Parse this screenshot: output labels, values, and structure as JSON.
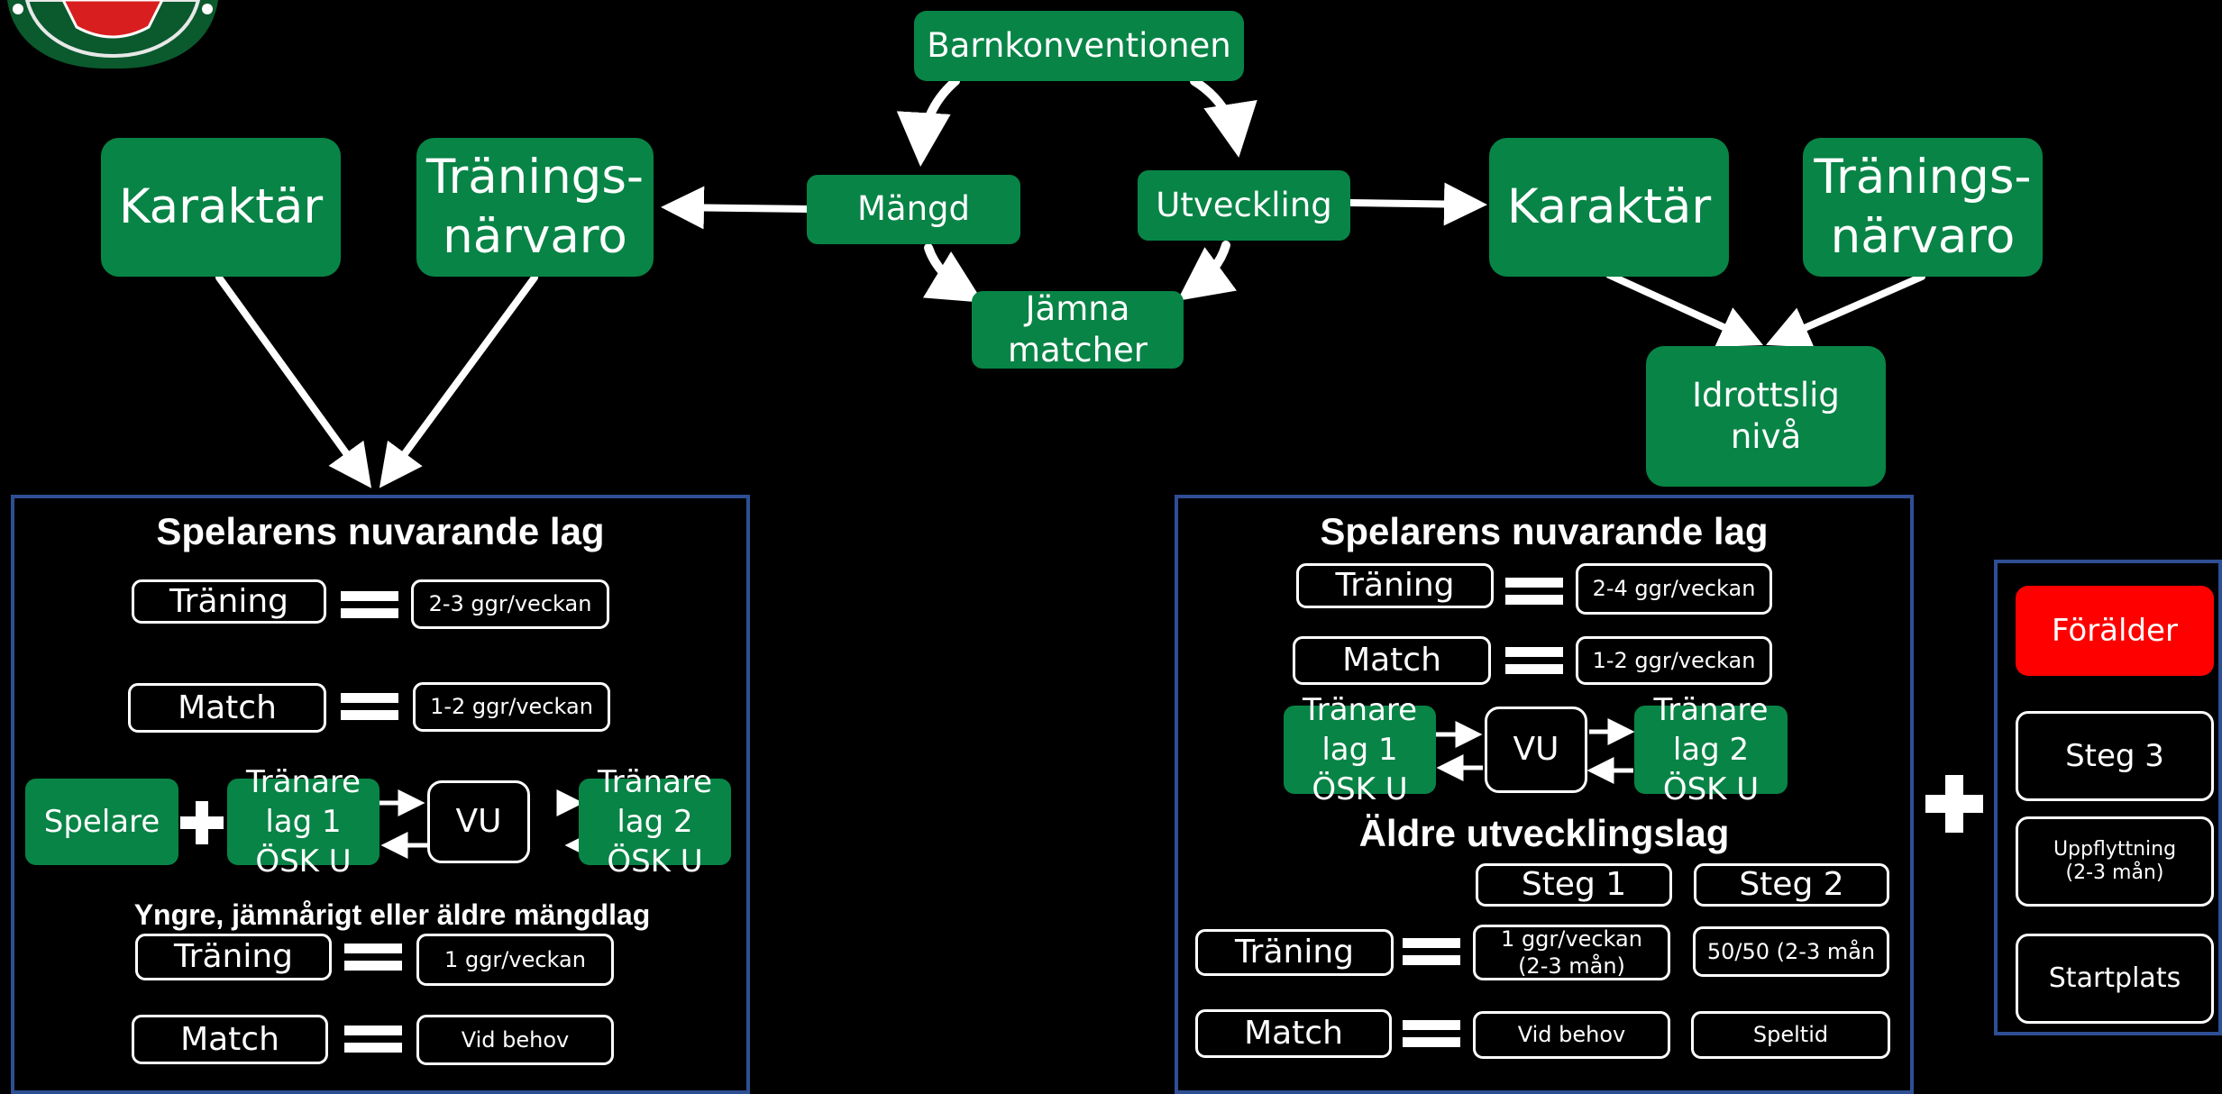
{
  "flow": {
    "top": "Barnkonventionen",
    "left_circle": "Mängd",
    "right_circle": "Utveckling",
    "bottom_circle": "Jämna\nmatcher"
  },
  "left_top": {
    "karaktar": "Karaktär",
    "traning_narvaro": "Tränings-\nnärvaro"
  },
  "right_top": {
    "karaktar": "Karaktär",
    "traning_narvaro": "Tränings-\nnärvaro",
    "idrottslig_niva": "Idrottslig\nnivå"
  },
  "left_panel": {
    "title": "Spelarens nuvarande lag",
    "rows": [
      {
        "label": "Träning",
        "value": "2-3 ggr/veckan"
      },
      {
        "label": "Match",
        "value": "1-2 ggr/veckan"
      }
    ],
    "spelare": "Spelare",
    "tranare1": "Tränare\nlag 1\nÖSK U",
    "vu": "VU",
    "tranare2": "Tränare\nlag 2\nÖSK U",
    "subtitle": "Yngre, jämnårigt eller äldre mängdlag",
    "rows2": [
      {
        "label": "Träning",
        "value": "1 ggr/veckan"
      },
      {
        "label": "Match",
        "value": "Vid behov"
      }
    ]
  },
  "right_panel": {
    "title": "Spelarens nuvarande lag",
    "rows": [
      {
        "label": "Träning",
        "value": "2-4 ggr/veckan"
      },
      {
        "label": "Match",
        "value": "1-2 ggr/veckan"
      }
    ],
    "tranare1": "Tränare\nlag 1\nÖSK U",
    "vu": "VU",
    "tranare2": "Tränare\nlag 2\nÖSK U",
    "subtitle": "Äldre utvecklingslag",
    "steg1": "Steg 1",
    "steg2": "Steg 2",
    "traning_label": "Träning",
    "traning_steg1": "1 ggr/veckan\n(2-3 mån)",
    "traning_steg2": "50/50 (2-3 mån",
    "match_label": "Match",
    "match_steg1": "Vid behov",
    "match_steg2": "Speltid"
  },
  "side_panel": {
    "foralder": "Förälder",
    "steg3": "Steg 3",
    "uppflyttning": "Uppflyttning\n(2-3 mån)",
    "startplats": "Startplats"
  },
  "colors": {
    "green": "#088446",
    "panel_border": "#2f4f95",
    "red": "#ff0000",
    "background": "#000000"
  },
  "icons": {
    "logo": "club-crest",
    "plus": "plus-icon",
    "equals": "equals-icon"
  }
}
